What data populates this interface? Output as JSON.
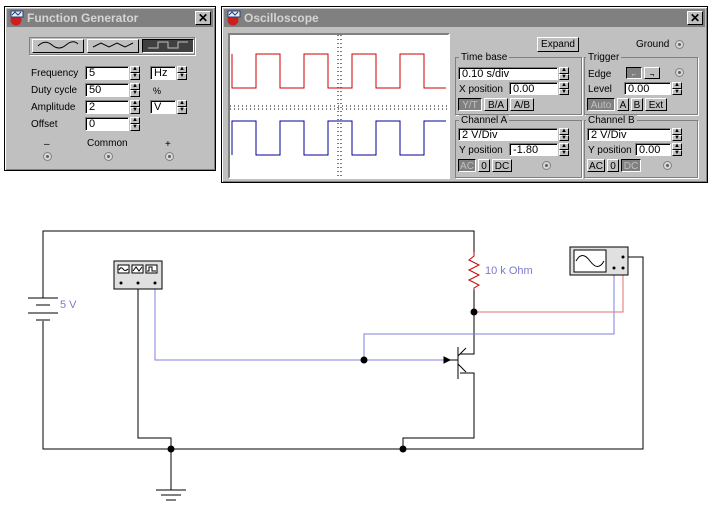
{
  "function_generator": {
    "title": "Function Generator",
    "waveforms": [
      "sine-wave-icon",
      "triangle-wave-icon",
      "square-wave-icon"
    ],
    "selected_waveform": "square",
    "frequency": {
      "label": "Frequency",
      "value": "5",
      "unit": "Hz"
    },
    "duty_cycle": {
      "label": "Duty cycle",
      "value": "50",
      "unit": "%"
    },
    "amplitude": {
      "label": "Amplitude",
      "value": "2",
      "unit": "V"
    },
    "offset": {
      "label": "Offset",
      "value": "0"
    },
    "terminals": {
      "minus": "–",
      "common": "Common",
      "plus": "+"
    }
  },
  "oscilloscope": {
    "title": "Oscilloscope",
    "expand": "Expand",
    "ground": "Ground",
    "time_base": {
      "title": "Time base",
      "value": "0.10 s/div",
      "x_position_label": "X position",
      "x_position": "0.00",
      "modes": [
        "Y/T",
        "B/A",
        "A/B"
      ],
      "active_mode": "Y/T"
    },
    "trigger": {
      "title": "Trigger",
      "edge_label": "Edge",
      "level_label": "Level",
      "level": "0.00",
      "sources": [
        "Auto",
        "A",
        "B",
        "Ext"
      ],
      "active_source": "Auto"
    },
    "channel_a": {
      "title": "Channel A",
      "value": "2 V/Div",
      "y_position_label": "Y position",
      "y_position": "-1.80",
      "coupling": [
        "AC",
        "0",
        "DC"
      ],
      "active": "AC",
      "trace_color": "#cc0000"
    },
    "channel_b": {
      "title": "Channel B",
      "value": "2 V/Div",
      "y_position_label": "Y position",
      "y_position": "0.00",
      "coupling": [
        "AC",
        "0",
        "DC"
      ],
      "active": "DC",
      "trace_color": "#000099"
    }
  },
  "circuit": {
    "battery_label": "5 V",
    "resistor_label": "10 k Ohm",
    "wire_color": "#000000",
    "probe_a_color": "#e07070",
    "probe_b_color": "#8080e0"
  }
}
